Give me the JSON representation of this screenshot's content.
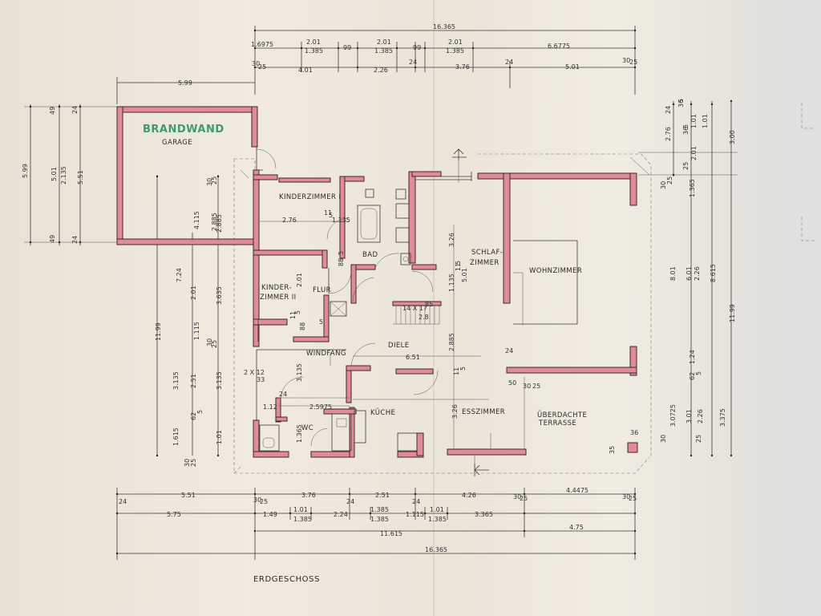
{
  "plan": {
    "title": "ERDGESCHOSS",
    "firewall_label": "BRANDWAND",
    "rooms": {
      "garage": "GARAGE",
      "kinderzimmer1": "KINDERZIMMER I",
      "bad": "BAD",
      "schlaf1": "SCHLAF-",
      "schlaf2": "ZIMMER",
      "wohnzimmer": "WOHNZIMMER",
      "kinder2a": "KINDER-",
      "kinder2b": "ZIMMER II",
      "flur": "FLUR",
      "diele": "DIELE",
      "windfang": "WINDFANG",
      "kueche": "KÜCHE",
      "wc": "WC",
      "esszimmer": "ESSZIMMER",
      "terrasse1": "ÜBERDACHTE",
      "terrasse2": "TERRASSE"
    },
    "colors": {
      "wall_fill": "#e08a9a",
      "green_text": "#3e9a72",
      "paper": "#ece6da"
    },
    "dims": {
      "top_total": "16.365",
      "top_r1": [
        "1.6975",
        "2.01",
        "99",
        "2.01",
        "99",
        "2.01",
        "6.6775"
      ],
      "top_r1b": [
        "1.385",
        "1.385",
        "1.385"
      ],
      "top_r2": [
        "30",
        "25",
        "4.01",
        "2.26",
        "24",
        "3.76",
        "24",
        "5.01",
        "30",
        "25"
      ],
      "garage_w": "5.99",
      "bot_r1": [
        "24",
        "5.51",
        "30",
        "25",
        "3.76",
        "24",
        "2.51",
        "24",
        "4.26",
        "30",
        "25",
        "4.4475",
        "30",
        "25"
      ],
      "bot_r2": [
        "5.75",
        "1.49",
        "1.01",
        "1.385",
        "2.24",
        "1.385",
        "1.385",
        "1.115",
        "1.01",
        "1.385",
        "3.365"
      ],
      "bot_r3": [
        "11.615",
        "4.75"
      ],
      "bot_total": "16.365",
      "left_a": [
        "5.99",
        "49",
        "49"
      ],
      "left_b": [
        "5.01",
        "2.135",
        "5.51",
        "24",
        "24"
      ],
      "left_c": [
        "7.24",
        "11.99",
        "2.01",
        "1.115",
        "3.135",
        "1.615",
        "30",
        "25"
      ],
      "left_d": [
        "4.115",
        "2.885",
        "3.635",
        "30",
        "25",
        "3.135",
        "2.51",
        "1.01",
        "62",
        "5"
      ],
      "right_a": [
        "24",
        "36",
        "5",
        "2.76",
        "36",
        "5",
        "1.01",
        "25",
        "2.01",
        "1.01",
        "3.00"
      ],
      "right_b": [
        "1.365",
        "30",
        "25",
        "8.01",
        "6.01",
        "2.26",
        "8.615",
        "11.99",
        "1.24",
        "62",
        "5"
      ],
      "right_c": [
        "3.0725",
        "3.01",
        "2.26",
        "3.375",
        "30",
        "25"
      ],
      "inner": [
        "2.76",
        "11",
        "5",
        "1.135",
        "88",
        "5",
        "2.01",
        "3.26",
        "5.01",
        "1.135",
        "11",
        "5",
        "14 X 17",
        "85",
        "2.8",
        "11",
        "5",
        "88",
        "5",
        "2.885",
        "6.51",
        "11",
        "5",
        "3.135",
        "2 X 12",
        "33",
        "24",
        "1.12",
        "2.5975",
        "1.365",
        "3.26",
        "24",
        "50",
        "30",
        "25",
        "36",
        "35",
        "30",
        "25",
        "2.885"
      ]
    }
  }
}
